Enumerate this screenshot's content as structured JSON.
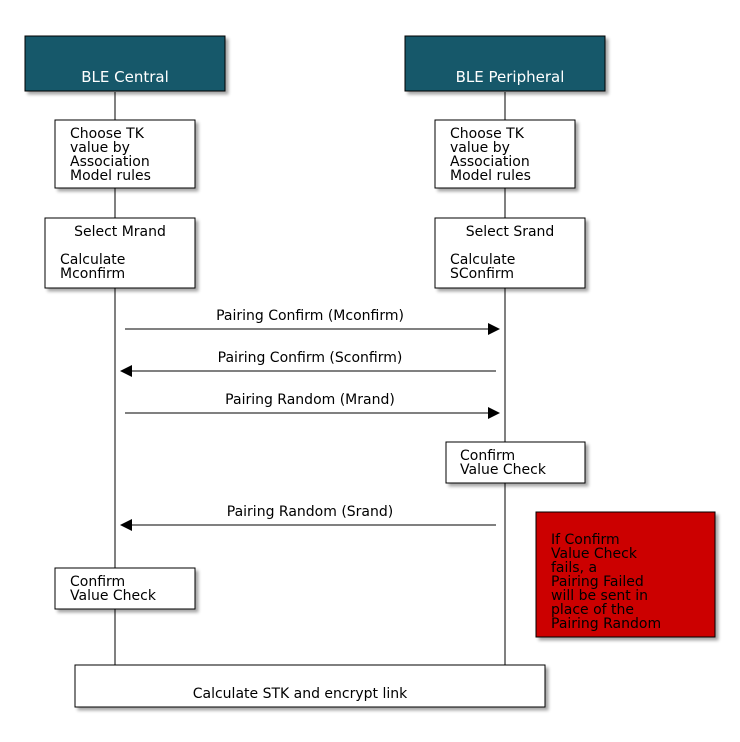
{
  "actors": {
    "central": "BLE Central",
    "peripheral": "BLE Peripheral"
  },
  "central_boxes": {
    "choose_tk": [
      "Choose TK",
      "value by",
      "Association",
      "Model rules"
    ],
    "select_mrand": [
      "Select Mrand"
    ],
    "calc_mconfirm": [
      "Calculate",
      "Mconfirm"
    ],
    "confirm_check": [
      "Confirm",
      "Value Check"
    ]
  },
  "peripheral_boxes": {
    "choose_tk": [
      "Choose TK",
      "value by",
      "Association",
      "Model rules"
    ],
    "select_srand": [
      "Select Srand"
    ],
    "calc_sconfirm": [
      "Calculate",
      "SConfirm"
    ],
    "confirm_check": [
      "Confirm",
      "Value Check"
    ]
  },
  "messages": [
    "Pairing Confirm (Mconfirm)",
    "Pairing Confirm (Sconfirm)",
    "Pairing Random (Mrand)",
    "Pairing Random (Srand)"
  ],
  "note": [
    "If Confirm",
    "Value Check",
    "fails, a",
    "Pairing Failed",
    "will be sent in",
    "place of the",
    "Pairing Random"
  ],
  "final_step": "Calculate STK and encrypt link",
  "colors": {
    "actor_fill": "#16596b",
    "note_fill": "#cc0000",
    "line": "#000000"
  }
}
